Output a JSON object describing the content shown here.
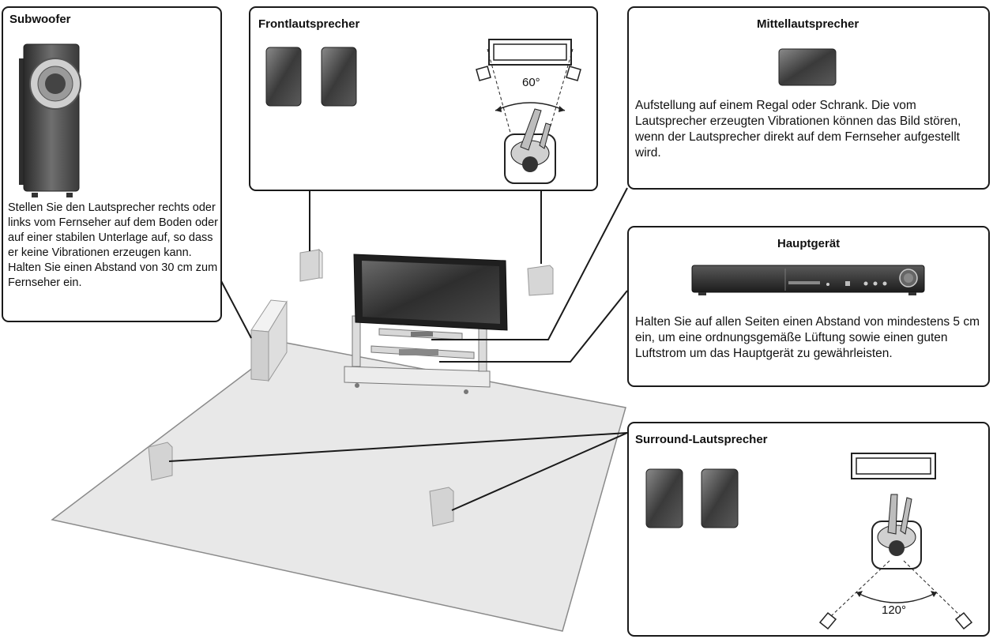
{
  "subwoofer": {
    "title": "Subwoofer",
    "description": "Stellen Sie den Lautsprecher rechts oder links vom Fernseher auf dem Boden oder auf einer stabilen Unterlage auf, so dass er keine Vibrationen erzeugen kann. Halten Sie einen Abstand von 30 cm zum Fernseher ein."
  },
  "front_speakers": {
    "title": "Frontlautsprecher",
    "angle": "60°"
  },
  "center_speaker": {
    "title": "Mittellautsprecher",
    "description": "Aufstellung auf einem Regal oder Schrank. Die vom Lautsprecher erzeugten Vibrationen können das Bild stören, wenn der Lautsprecher direkt auf dem Fernseher aufgestellt wird."
  },
  "main_unit": {
    "title": "Hauptgerät",
    "description": "Halten Sie auf allen Seiten einen Abstand von mindestens 5 cm ein, um eine ordnungsgemäße Lüftung sowie einen guten Luftstrom um das Hauptgerät zu gewährleisten."
  },
  "surround_speakers": {
    "title": "Surround-Lautsprecher",
    "angle": "120°"
  },
  "colors": {
    "outline": "#1a1a1a",
    "floor": "#e6e6e6",
    "speaker_dark": "#3c3c3c",
    "speaker_light": "#d9d9d9"
  }
}
